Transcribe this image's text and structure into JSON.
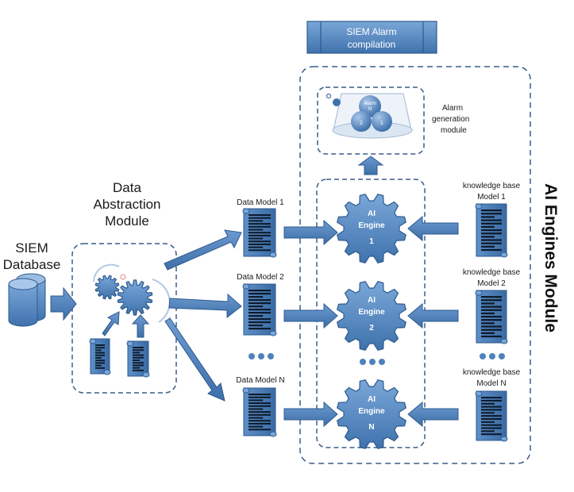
{
  "colors": {
    "accent": "#4f81bd",
    "accent_dark": "#2c5a8f",
    "dashed_border": "#385d8a",
    "text": "#1a1a1a"
  },
  "title_vertical": "AI Engines Module",
  "siem_alarm": {
    "line1": "SIEM Alarm",
    "line2": "compilation"
  },
  "alarm_generation": {
    "line1": "Alarm",
    "line2": "generation",
    "line3": "module",
    "sphere_top": "Alarm",
    "sphere_top_sub": "N",
    "sphere_left": "2",
    "sphere_right": "1"
  },
  "siem_database": {
    "line1": "SIEM",
    "line2": "Database"
  },
  "data_abstraction": {
    "line1": "Data",
    "line2": "Abstraction",
    "line3": "Module"
  },
  "data_models": [
    "Data Model 1",
    "Data Model 2",
    "Data Model N"
  ],
  "ai_engines": [
    {
      "line1": "AI",
      "line2": "Engine",
      "line3": "1"
    },
    {
      "line1": "AI",
      "line2": "Engine",
      "line3": "2"
    },
    {
      "line1": "AI",
      "line2": "Engine",
      "line3": "N"
    }
  ],
  "knowledge_bases": [
    {
      "line1": "knowledge base",
      "line2": "Model 1"
    },
    {
      "line1": "knowledge base",
      "line2": "Model 2"
    },
    {
      "line1": "knowledge base",
      "line2": "Model N"
    }
  ],
  "icons": {
    "database": "database-icon",
    "gear": "gear-icon",
    "document": "document-icon",
    "arrow": "arrow-icon",
    "ellipsis": "ellipsis-icon"
  }
}
